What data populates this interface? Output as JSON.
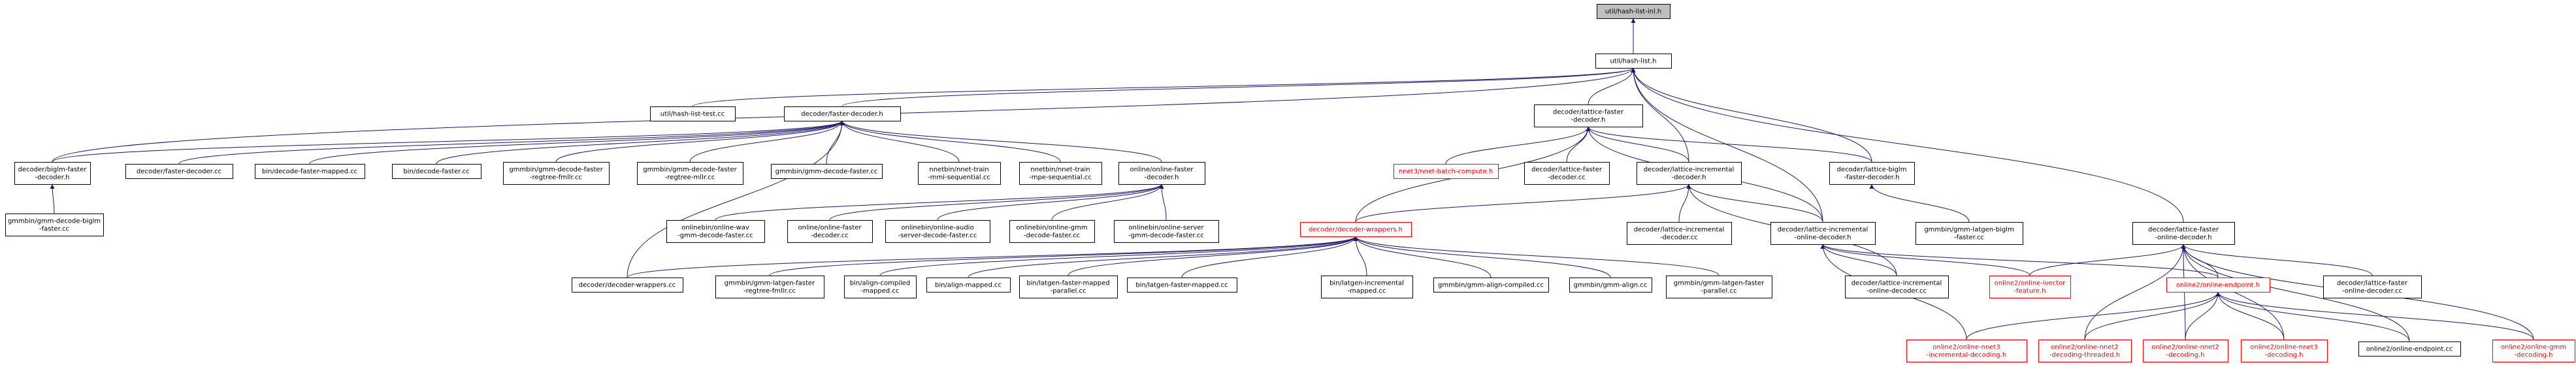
{
  "nodes": [
    {
      "id": "root",
      "lines": [
        "util/hash-list-inl.h"
      ],
      "kind": "root"
    },
    {
      "id": "hl",
      "lines": [
        "util/hash-list.h"
      ]
    },
    {
      "id": "hltest",
      "lines": [
        "util/hash-list-test.cc"
      ]
    },
    {
      "id": "fd",
      "lines": [
        "decoder/faster-decoder.h"
      ]
    },
    {
      "id": "lfd",
      "lines": [
        "decoder/lattice-faster",
        "-decoder.h"
      ]
    },
    {
      "id": "bfd",
      "lines": [
        "decoder/biglm-faster",
        "-decoder.h"
      ]
    },
    {
      "id": "fdcc",
      "lines": [
        "decoder/faster-decoder.cc"
      ]
    },
    {
      "id": "dfm",
      "lines": [
        "bin/decode-faster-mapped.cc"
      ]
    },
    {
      "id": "df",
      "lines": [
        "bin/decode-faster.cc"
      ]
    },
    {
      "id": "gmmdfrf",
      "lines": [
        "gmmbin/gmm-decode-faster",
        "-regtree-fmllr.cc"
      ]
    },
    {
      "id": "gmmdfrm",
      "lines": [
        "gmmbin/gmm-decode-faster",
        "-regtree-mllr.cc"
      ]
    },
    {
      "id": "gmmdf",
      "lines": [
        "gmmbin/gmm-decode-faster.cc"
      ]
    },
    {
      "id": "nnetms",
      "lines": [
        "nnetbin/nnet-train",
        "-mmi-sequential.cc"
      ]
    },
    {
      "id": "nnetmp",
      "lines": [
        "nnetbin/nnet-train",
        "-mpe-sequential.cc"
      ]
    },
    {
      "id": "ofd",
      "lines": [
        "online/online-faster",
        "-decoder.h"
      ]
    },
    {
      "id": "gbfd",
      "lines": [
        "gmmbin/gmm-decode-biglm",
        "-faster.cc"
      ]
    },
    {
      "id": "nnet3bc",
      "lines": [
        "nnet3/nnet-batch-compute.h"
      ],
      "kind": "trunc"
    },
    {
      "id": "lfdcc",
      "lines": [
        "decoder/lattice-faster",
        "-decoder.cc"
      ]
    },
    {
      "id": "lid",
      "lines": [
        "decoder/lattice-incremental",
        "-decoder.h"
      ]
    },
    {
      "id": "lbfd",
      "lines": [
        "decoder/lattice-biglm",
        "-faster-decoder.h"
      ]
    },
    {
      "id": "lfod",
      "lines": [
        "decoder/lattice-faster",
        "-online-decoder.h"
      ]
    },
    {
      "id": "dw",
      "lines": [
        "decoder/decoder-wrappers.h"
      ],
      "kind": "trunc"
    },
    {
      "id": "lidcc",
      "lines": [
        "decoder/lattice-incremental",
        "-decoder.cc"
      ]
    },
    {
      "id": "liod",
      "lines": [
        "decoder/lattice-incremental",
        "-online-decoder.h"
      ]
    },
    {
      "id": "gmmlbf",
      "lines": [
        "gmmbin/gmm-latgen-biglm",
        "-faster.cc"
      ]
    },
    {
      "id": "owav",
      "lines": [
        "onlinebin/online-wav",
        "-gmm-decode-faster.cc"
      ]
    },
    {
      "id": "ofdcc",
      "lines": [
        "online/online-faster",
        "-decoder.cc"
      ]
    },
    {
      "id": "oaudio",
      "lines": [
        "onlinebin/online-audio",
        "-server-decode-faster.cc"
      ]
    },
    {
      "id": "ogmm",
      "lines": [
        "onlinebin/online-gmm",
        "-decode-faster.cc"
      ]
    },
    {
      "id": "oserver",
      "lines": [
        "onlinebin/online-server",
        "-gmm-decode-faster.cc"
      ]
    },
    {
      "id": "dwcc",
      "lines": [
        "decoder/decoder-wrappers.cc"
      ]
    },
    {
      "id": "glfrf",
      "lines": [
        "gmmbin/gmm-latgen-faster",
        "-regtree-fmllr.cc"
      ]
    },
    {
      "id": "bac",
      "lines": [
        "bin/align-compiled",
        "-mapped.cc"
      ]
    },
    {
      "id": "bam",
      "lines": [
        "bin/align-mapped.cc"
      ]
    },
    {
      "id": "blfmp",
      "lines": [
        "bin/latgen-faster-mapped",
        "-parallel.cc"
      ]
    },
    {
      "id": "blfm",
      "lines": [
        "bin/latgen-faster-mapped.cc"
      ]
    },
    {
      "id": "blim",
      "lines": [
        "bin/latgen-incremental",
        "-mapped.cc"
      ]
    },
    {
      "id": "gac",
      "lines": [
        "gmmbin/gmm-align-compiled.cc"
      ]
    },
    {
      "id": "ga",
      "lines": [
        "gmmbin/gmm-align.cc"
      ]
    },
    {
      "id": "glfp",
      "lines": [
        "gmmbin/gmm-latgen-faster",
        "-parallel.cc"
      ]
    },
    {
      "id": "liodcc",
      "lines": [
        "decoder/lattice-incremental",
        "-online-decoder.cc"
      ]
    },
    {
      "id": "oivf",
      "lines": [
        "online2/online-ivector",
        "-feature.h"
      ],
      "kind": "trunc"
    },
    {
      "id": "oep",
      "lines": [
        "online2/online-endpoint.h"
      ],
      "kind": "trunc"
    },
    {
      "id": "lfodcc",
      "lines": [
        "decoder/lattice-faster",
        "-online-decoder.cc"
      ]
    },
    {
      "id": "ogd",
      "lines": [
        "online2/online-gmm",
        "-decoding.h"
      ],
      "kind": "trunc"
    },
    {
      "id": "on3i",
      "lines": [
        "online2/online-nnet3",
        "-incremental-decoding.h"
      ],
      "kind": "trunc"
    },
    {
      "id": "on2t",
      "lines": [
        "online2/online-nnet2",
        "-decoding-threaded.h"
      ],
      "kind": "trunc"
    },
    {
      "id": "on2d",
      "lines": [
        "online2/online-nnet2",
        "-decoding.h"
      ],
      "kind": "trunc"
    },
    {
      "id": "on3d",
      "lines": [
        "online2/online-nnet3",
        "-decoding.h"
      ],
      "kind": "trunc"
    },
    {
      "id": "oepcc",
      "lines": [
        "online2/online-endpoint.cc"
      ]
    }
  ],
  "edges": [
    [
      "hl",
      "root"
    ],
    [
      "hltest",
      "hl"
    ],
    [
      "fd",
      "hl"
    ],
    [
      "lfd",
      "hl"
    ],
    [
      "bfd",
      "hl"
    ],
    [
      "lbfd",
      "hl"
    ],
    [
      "lid",
      "hl"
    ],
    [
      "liod",
      "hl"
    ],
    [
      "lfod",
      "hl"
    ],
    [
      "bfd",
      "fd"
    ],
    [
      "fdcc",
      "fd"
    ],
    [
      "dfm",
      "fd"
    ],
    [
      "df",
      "fd"
    ],
    [
      "gmmdfrf",
      "fd"
    ],
    [
      "gmmdfrm",
      "fd"
    ],
    [
      "gmmdf",
      "fd"
    ],
    [
      "nnetms",
      "fd"
    ],
    [
      "nnetmp",
      "fd"
    ],
    [
      "ofd",
      "fd"
    ],
    [
      "dwcc",
      "fd"
    ],
    [
      "gbfd",
      "bfd"
    ],
    [
      "owav",
      "ofd"
    ],
    [
      "ofdcc",
      "ofd"
    ],
    [
      "oaudio",
      "ofd"
    ],
    [
      "ogmm",
      "ofd"
    ],
    [
      "oserver",
      "ofd"
    ],
    [
      "nnet3bc",
      "lfd"
    ],
    [
      "lfdcc",
      "lfd"
    ],
    [
      "lid",
      "lfd"
    ],
    [
      "lbfd",
      "lfd"
    ],
    [
      "dw",
      "lfd"
    ],
    [
      "liod",
      "lfd"
    ],
    [
      "dw",
      "lid"
    ],
    [
      "lidcc",
      "lid"
    ],
    [
      "liod",
      "lid"
    ],
    [
      "liodcc",
      "lid"
    ],
    [
      "gmmlbf",
      "lbfd"
    ],
    [
      "dwcc",
      "dw"
    ],
    [
      "glfrf",
      "dw"
    ],
    [
      "bac",
      "dw"
    ],
    [
      "bam",
      "dw"
    ],
    [
      "blfmp",
      "dw"
    ],
    [
      "blfm",
      "dw"
    ],
    [
      "blim",
      "dw"
    ],
    [
      "gac",
      "dw"
    ],
    [
      "ga",
      "dw"
    ],
    [
      "glfp",
      "dw"
    ],
    [
      "liodcc",
      "liod"
    ],
    [
      "oivf",
      "liod"
    ],
    [
      "oep",
      "liod"
    ],
    [
      "on3i",
      "liod"
    ],
    [
      "oivf",
      "lfod"
    ],
    [
      "oep",
      "lfod"
    ],
    [
      "lfodcc",
      "lfod"
    ],
    [
      "ogd",
      "lfod"
    ],
    [
      "on2t",
      "lfod"
    ],
    [
      "on2d",
      "lfod"
    ],
    [
      "on3d",
      "lfod"
    ],
    [
      "oepcc",
      "lfod"
    ],
    [
      "on3i",
      "oep"
    ],
    [
      "on2t",
      "oep"
    ],
    [
      "on2d",
      "oep"
    ],
    [
      "on3d",
      "oep"
    ],
    [
      "oepcc",
      "oep"
    ],
    [
      "ogd",
      "oep"
    ]
  ]
}
